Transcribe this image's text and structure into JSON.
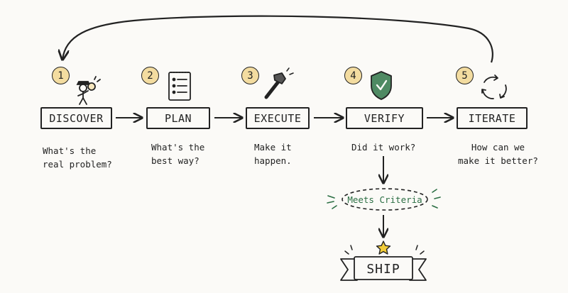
{
  "stages": [
    {
      "number": "1",
      "label": "DISCOVER",
      "caption": [
        "What's the",
        "real problem?"
      ],
      "icon": "detective-icon"
    },
    {
      "number": "2",
      "label": "PLAN",
      "caption": [
        "What's the",
        "best way?"
      ],
      "icon": "checklist-icon"
    },
    {
      "number": "3",
      "label": "EXECUTE",
      "caption": [
        "Make it",
        "happen."
      ],
      "icon": "hammer-icon"
    },
    {
      "number": "4",
      "label": "VERIFY",
      "caption": [
        "Did it work?"
      ],
      "icon": "shield-check-icon"
    },
    {
      "number": "5",
      "label": "ITERATE",
      "caption": [
        "How can we",
        "make it better?"
      ],
      "icon": "cycle-arrows-icon"
    }
  ],
  "criteria": {
    "label": "Meets Criteria"
  },
  "ship": {
    "label": "SHIP",
    "icon": "star-icon"
  },
  "colors": {
    "badge": "#f3dca0",
    "criteria_text": "#2b6e43",
    "star": "#f2cd3a",
    "shield": "#4f8a63"
  }
}
